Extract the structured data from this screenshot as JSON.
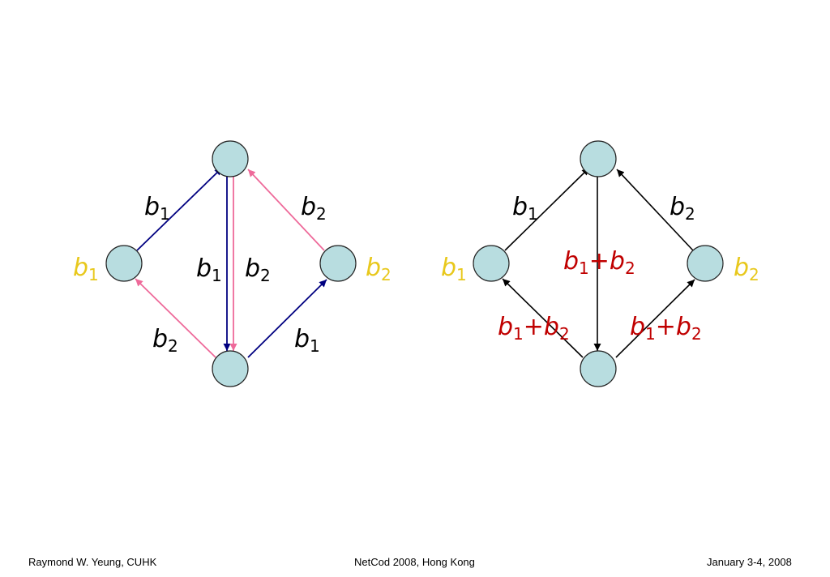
{
  "colors": {
    "node_fill": "#b8dde0",
    "node_stroke": "#222222",
    "blue_edge": "#000080",
    "pink_edge": "#ee6a9a",
    "black_edge": "#000000",
    "label_black": "#000000",
    "label_yellow": "#e8c81c",
    "label_red": "#c00000"
  },
  "labels": {
    "b": "b",
    "one": "1",
    "two": "2",
    "plus": "+"
  },
  "footer": {
    "left": "Raymond W. Yeung, CUHK",
    "center": "NetCod 2008, Hong Kong",
    "right": "January 3-4, 2008"
  }
}
